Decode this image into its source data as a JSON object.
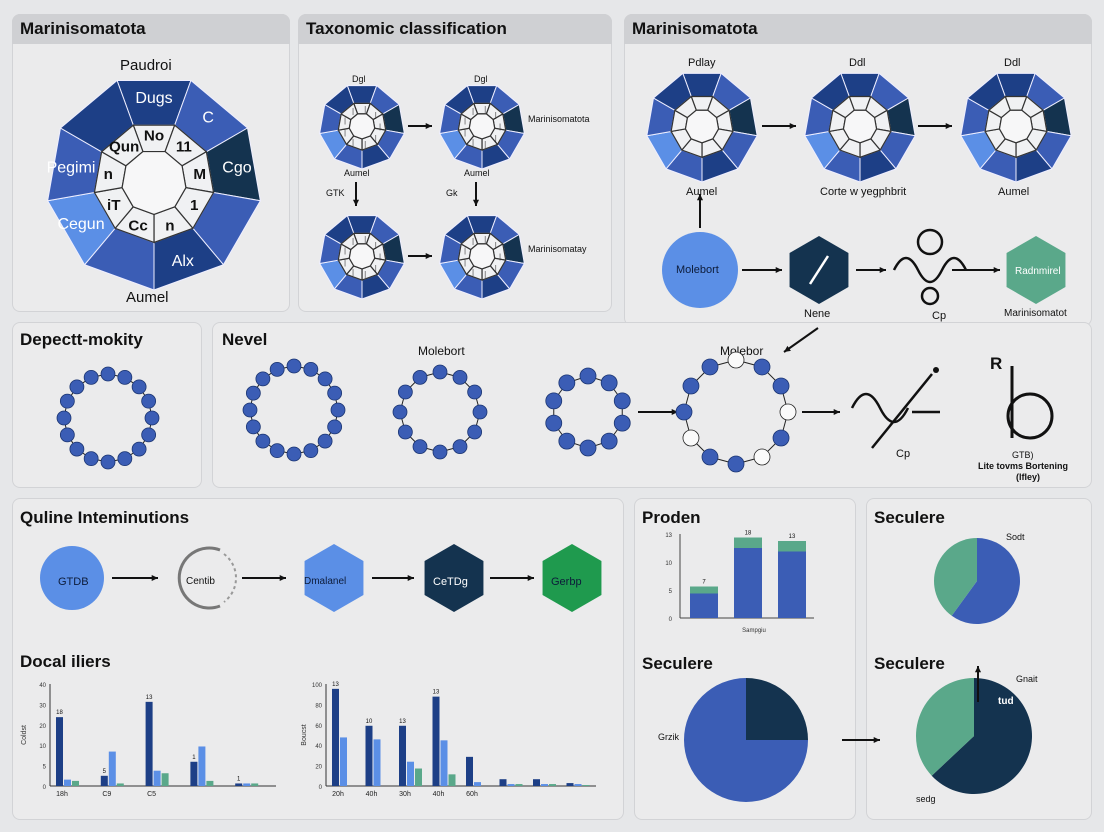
{
  "colors": {
    "navy": "#1d3f86",
    "blue": "#3b5db5",
    "light_blue": "#5b8fe6",
    "dark": "#14334f",
    "teal": "#5aa88a",
    "green": "#1f9a4e",
    "panel": "#ebebec",
    "header": "#cfd0d3"
  },
  "panel1": {
    "title": "Marinisomatota",
    "top_label": "Paudroi",
    "bottom_label": "Aumel",
    "outer_segments": [
      "Dugs",
      "C",
      "Cgo",
      "Alx",
      "Cegun",
      "Pegimi"
    ],
    "inner_segments": [
      "No",
      "11",
      "M",
      "1",
      "n",
      "Cc",
      "iT",
      "n",
      "Qun"
    ]
  },
  "panel2": {
    "title": "Taxonomic classification",
    "wheel_top_labels": [
      "Dgl",
      "Dgl"
    ],
    "wheel_bottom_labels": [
      "Aumel",
      "Aumel"
    ],
    "side_labels": [
      "Marinisomatota",
      "Marinisomatay"
    ],
    "arrow_labels": [
      "GTK",
      "Gk"
    ]
  },
  "panel3": {
    "title": "Marinisomatota",
    "wheel_top_labels": [
      "Pdlay",
      "Ddl",
      "Ddl"
    ],
    "wheel_bottom_labels": [
      "Aumel",
      "Corte w yegphbrit",
      "Aumel"
    ],
    "circle_label": "Molebort",
    "node_label": "Nene",
    "symbol_label": "Cp",
    "hex_label": "Radnmirel",
    "hex_caption": "Marinisomatot"
  },
  "panel4": {
    "title": "Depectt-mokity"
  },
  "panel5": {
    "title": "Nevel",
    "ring_label_1": "Molebort",
    "ring_label_2": "Molebor",
    "symbol_label": "Cp",
    "big_glyph_label": "R",
    "caption_line_1": "GTB)",
    "caption_line_2": "Lite tovms Bortening",
    "caption_line_3": "(lfley)"
  },
  "panel6": {
    "title": "Quline Inteminutions",
    "flow": [
      "GTDB",
      "Centib",
      "Dmalanel",
      "CeTDg",
      "Gerbp"
    ],
    "bars_title": "Docal iliers"
  },
  "panel7": {
    "title": "Proden",
    "title2": "Seculere",
    "pie_label": "Grzik"
  },
  "panel8": {
    "title": "Seculere",
    "title2": "Seculere",
    "pie1_label": "Sodt",
    "pie2_label_1": "Gnait",
    "pie2_label_2": "tud",
    "pie2_label_3": "sedg"
  },
  "chart_data": [
    {
      "type": "bar",
      "title": "",
      "categories": [
        "",
        "",
        ""
      ],
      "x_tick_labels": [],
      "series": [
        {
          "values": [
            7,
            20,
            19
          ]
        },
        {
          "values": [
            2,
            3,
            3
          ]
        }
      ],
      "y_ticks": [
        "0",
        "5",
        "10",
        "13"
      ],
      "ylim": [
        0,
        24
      ],
      "bar_labels": [
        "7",
        "18",
        "13"
      ],
      "xlabel": "Sampgiu",
      "ylabel": ""
    },
    {
      "type": "bar",
      "title": "",
      "categories": [
        "18h",
        "C9",
        "C5",
        "",
        ""
      ],
      "series": [
        {
          "values": [
            54,
            8,
            66,
            19,
            2
          ]
        },
        {
          "values": [
            5,
            27,
            12,
            31,
            2
          ]
        },
        {
          "values": [
            4,
            2,
            10,
            4,
            2
          ]
        }
      ],
      "y_ticks": [
        "0",
        "5",
        "10",
        "20",
        "30",
        "40"
      ],
      "bar_labels": [
        "18",
        "5",
        "13",
        "1",
        "1"
      ],
      "ylim": [
        0,
        80
      ],
      "xlabel": "",
      "ylabel": "Coldst"
    },
    {
      "type": "bar",
      "title": "",
      "categories": [
        "20h",
        "40h",
        "30h",
        "40h",
        "60h",
        "",
        "",
        ""
      ],
      "series": [
        {
          "values": [
            100,
            62,
            62,
            92,
            30,
            7,
            7,
            3
          ]
        },
        {
          "values": [
            50,
            48,
            25,
            47,
            4,
            2,
            2,
            2
          ]
        },
        {
          "values": [
            0,
            0,
            18,
            12,
            0,
            2,
            2,
            1
          ]
        }
      ],
      "y_ticks": [
        "0",
        "20",
        "40",
        "60",
        "80",
        "100"
      ],
      "bar_labels": [
        "13",
        "10",
        "13",
        "13",
        "",
        "",
        "",
        ""
      ],
      "ylim": [
        0,
        105
      ],
      "xlabel": "",
      "ylabel": "Boucst"
    },
    {
      "type": "pie",
      "title": "",
      "values": [
        75,
        25
      ],
      "colors": [
        "#3b5db5",
        "#14334f"
      ]
    },
    {
      "type": "pie",
      "title": "",
      "values": [
        60,
        40
      ],
      "colors": [
        "#3b5db5",
        "#5aa88a"
      ]
    },
    {
      "type": "pie",
      "title": "",
      "values": [
        63,
        37
      ],
      "colors": [
        "#14334f",
        "#5aa88a"
      ]
    }
  ]
}
